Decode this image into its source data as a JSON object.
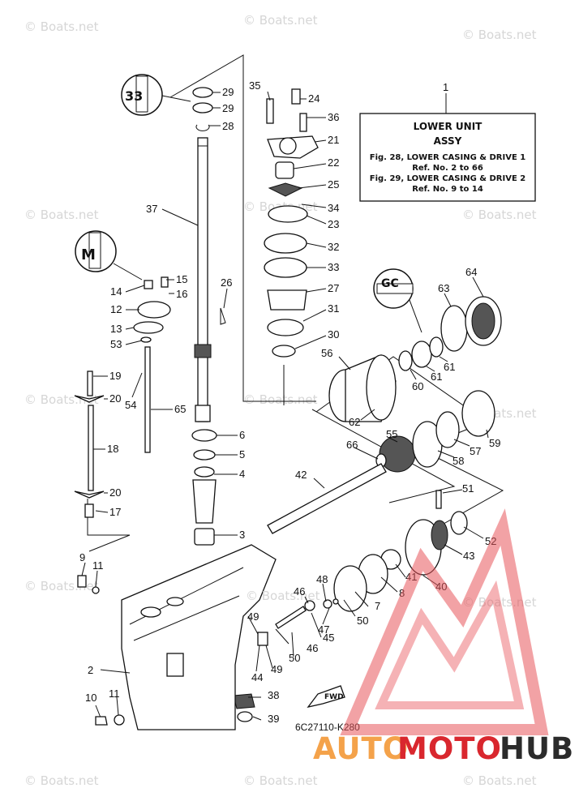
{
  "watermark": {
    "text": "© Boats.net",
    "center_text": "© Boats.net"
  },
  "title_box": {
    "ref": "1",
    "title": "LOWER UNIT",
    "subtitle": "ASSY",
    "line1": "Fig. 28, LOWER CASING & DRIVE 1",
    "line2": "Ref. No. 2 to 66",
    "line3": "Fig. 29, LOWER CASING & DRIVE 2",
    "line4": "Ref. No. 9 to 14"
  },
  "diagram_code": "6C27110-K280",
  "fwd_label": "FWD",
  "logo": {
    "part1": "AUTO",
    "part2": "MOTO",
    "part3": "HUB",
    "color1": "#f4a24a",
    "color2": "#d9272e",
    "color3": "#2b2b2b"
  },
  "callouts": [
    "29",
    "29",
    "28",
    "35",
    "24",
    "36",
    "21",
    "22",
    "25",
    "34",
    "23",
    "32",
    "33",
    "27",
    "31",
    "30",
    "37",
    "26",
    "15",
    "14",
    "16",
    "12",
    "13",
    "53",
    "19",
    "20",
    "54",
    "65",
    "18",
    "20",
    "17",
    "9",
    "11",
    "6",
    "5",
    "4",
    "3",
    "64",
    "63",
    "56",
    "60",
    "61",
    "61",
    "62",
    "55",
    "66",
    "58",
    "57",
    "59",
    "42",
    "51",
    "52",
    "43",
    "41",
    "40",
    "48",
    "46",
    "47",
    "50",
    "7",
    "8",
    "49",
    "46",
    "45",
    "50",
    "49",
    "44",
    "38",
    "39",
    "2",
    "10",
    "11"
  ]
}
